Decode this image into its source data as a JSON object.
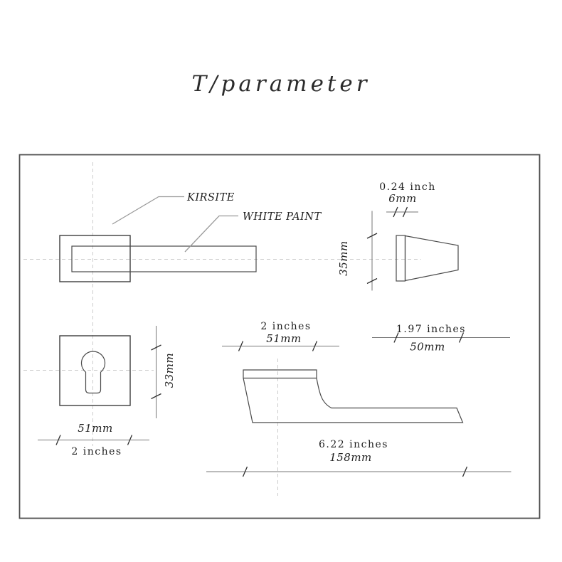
{
  "title": "T/parameter",
  "front_view": {
    "material_label": "KIRSITE",
    "finish_label": "WHITE PAINT"
  },
  "rosette_side": {
    "thickness_inch": "0.24 inch",
    "thickness_mm": "6mm",
    "height_mm": "35mm"
  },
  "escutcheon": {
    "height_mm": "33mm",
    "width_mm": "51mm",
    "width_inch": "2 inches"
  },
  "handle_profile": {
    "grip_inch": "2 inches",
    "grip_mm": "51mm",
    "projection_inch": "1.97 inches",
    "projection_mm": "50mm",
    "length_inch": "6.22 inches",
    "length_mm": "158mm"
  }
}
